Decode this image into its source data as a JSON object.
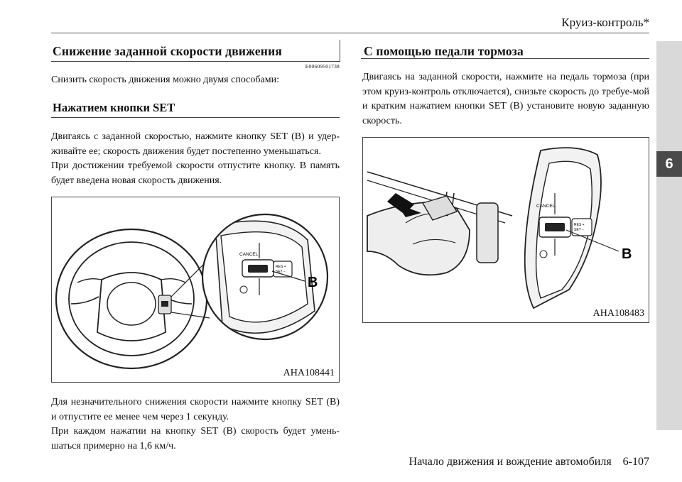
{
  "header": {
    "title": "Круиз-контроль*"
  },
  "chapter_tab": {
    "number": "6"
  },
  "left": {
    "section_title": "Снижение заданной скорости движения",
    "section_code": "E00609501738",
    "intro": "Снизить скорость движения можно двумя способами:",
    "subsection_title": "Нажатием кнопки SET",
    "paragraph_1": "Двигаясь с заданной скоростью, нажмите кнопку SET (B) и удер-живайте ее; скорость движения будет постепенно уменьшаться.",
    "paragraph_2": "При достижении требуемой скорости отпустите кнопку. В память будет введена новая скорость движения.",
    "figure": {
      "label": "AHA108441",
      "callout": "B",
      "button_cancel": "CANCEL",
      "button_res": "RES +",
      "button_set": "SET −"
    },
    "paragraph_3": "Для незначительного снижения скорости нажмите кнопку SET (B) и отпустите ее менее чем через 1 секунду.",
    "paragraph_4": "При каждом нажатии на кнопку SET (B) скорость будет умень-шаться примерно на 1,6 км/ч."
  },
  "right": {
    "section_title": "С помощью педали тормоза",
    "paragraph_1": "Двигаясь на заданной скорости, нажмите на педаль тормоза (при этом круиз-контроль отключается), снизьте скорость до требуе-мой и кратким нажатием кнопки SET (B) установите новую заданную скорость.",
    "figure": {
      "label": "AHA108483",
      "callout": "B",
      "button_cancel": "CANCEL",
      "button_res": "RES +",
      "button_set": "SET −"
    }
  },
  "footer": {
    "text": "Начало движения и вождение автомобиля    6-107"
  }
}
